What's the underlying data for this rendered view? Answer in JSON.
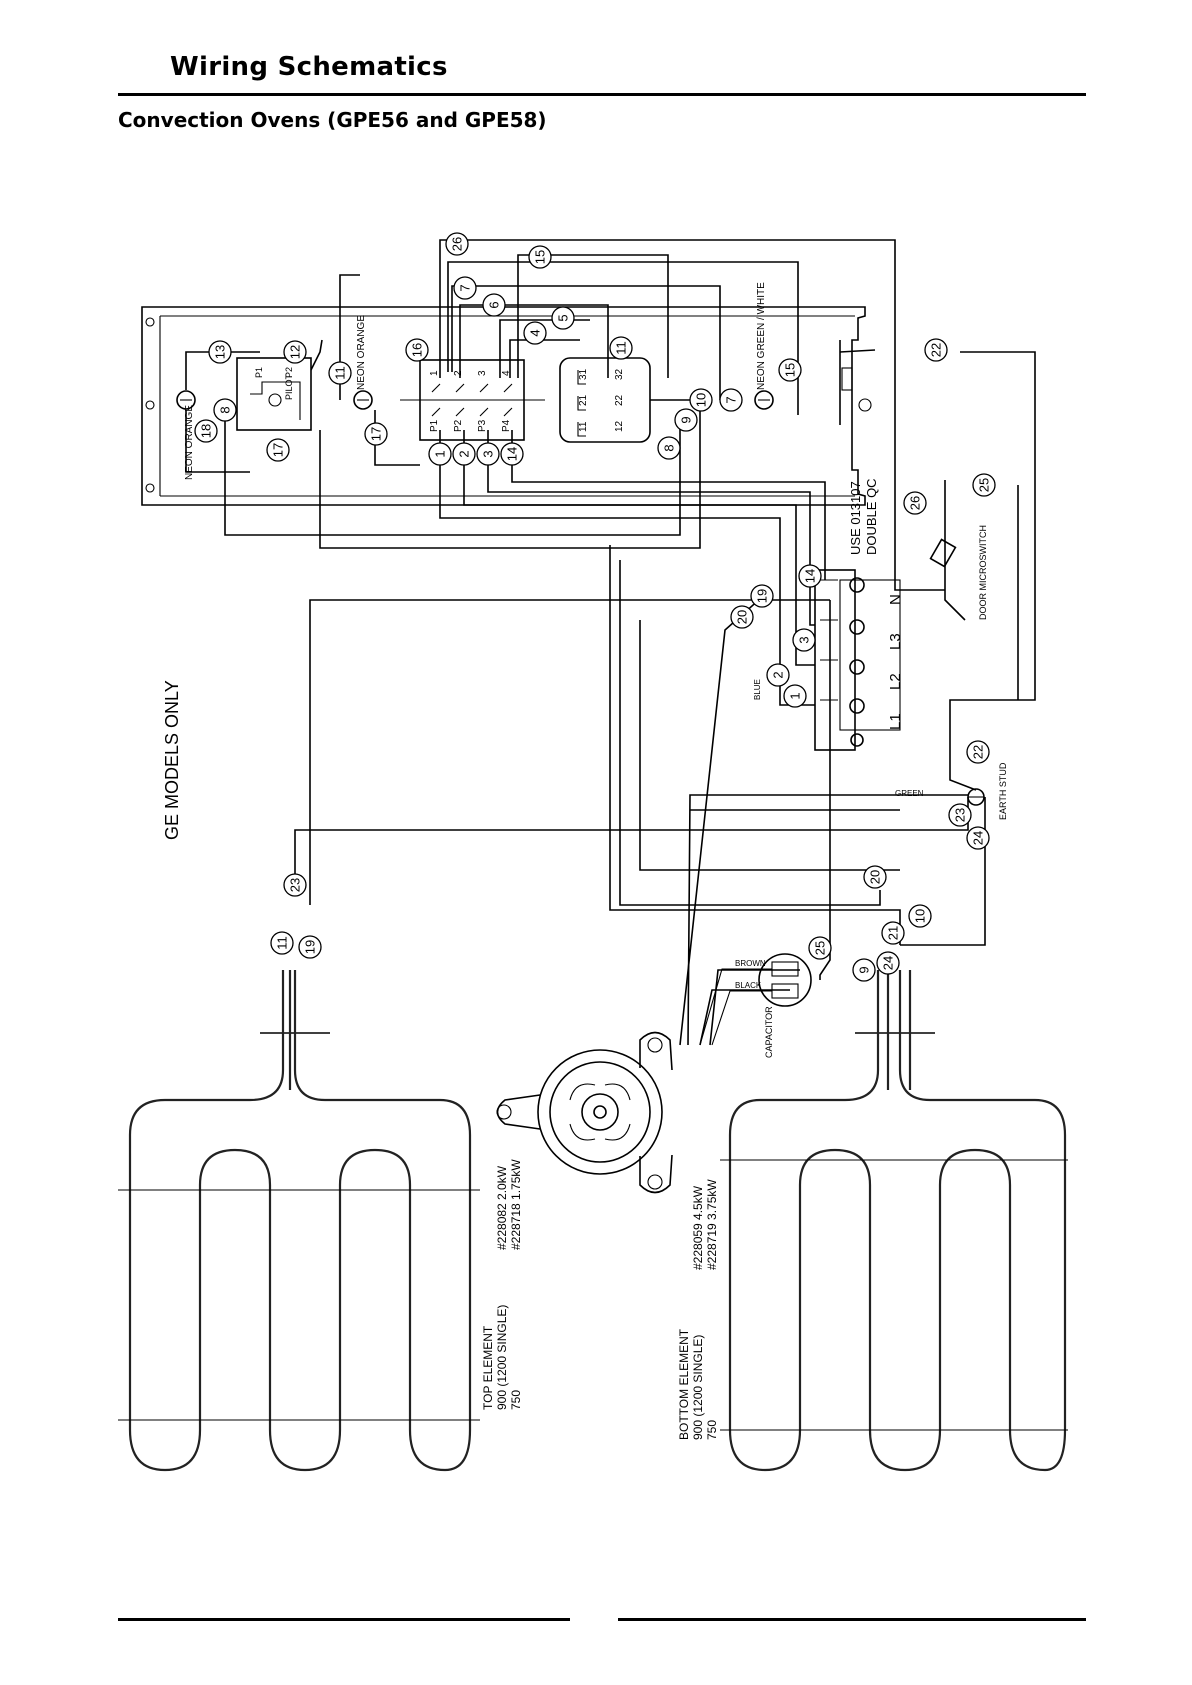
{
  "header": {
    "section_title": "Wiring Schematics",
    "subtitle": "Convection Ovens (GPE56 and GPE58)"
  },
  "diagram": {
    "ge_note": "GE MODELS ONLY",
    "labels": {
      "neon_orange_left": "NEON ORANGE",
      "neon_orange_mid": "NEON ORANGE",
      "neon_green_white": "NEON GREEN / WHITE",
      "pilot": "PILOT",
      "p1": "P1",
      "p2": "P2",
      "p1_sw": "P1",
      "p2_sw": "P2",
      "p3_sw": "P3",
      "p4_sw": "P4",
      "use_qc_1": "USE 013107",
      "use_qc_2": "DOUBLE QC",
      "door_microswitch": "DOOR MICROSWITCH",
      "earth_stud": "EARTH STUD",
      "green": "GREEN",
      "blue": "BLUE",
      "brown": "BROWN",
      "black": "BLACK",
      "capacitor": "CAPACITOR",
      "term_l1": "L1",
      "term_l2": "L2",
      "term_l3": "L3",
      "term_n": "N"
    },
    "relay_pins": [
      "31",
      "21",
      "11",
      "32",
      "22",
      "12"
    ],
    "switch_pins": [
      "1",
      "2",
      "3",
      "4"
    ],
    "top_element": {
      "line1": "TOP ELEMENT",
      "line2": "900 (1200 SINGLE)",
      "line3": "750",
      "part1": "#228082 2.0kW",
      "part2": "#228718 1.75kW"
    },
    "bottom_element": {
      "line1": "BOTTOM ELEMENT",
      "line2": "900 (1200 SINGLE)",
      "line3": "750",
      "part1": "#228059 4.5kW",
      "part2": "#228719 3.75kW"
    },
    "wire_numbers": [
      "26",
      "15",
      "7",
      "6",
      "5",
      "4",
      "13",
      "12",
      "11",
      "16",
      "11",
      "7",
      "15",
      "22",
      "8",
      "18",
      "17",
      "17",
      "1",
      "2",
      "3",
      "14",
      "8",
      "9",
      "10",
      "14",
      "19",
      "20",
      "3",
      "2",
      "1",
      "26",
      "25",
      "22",
      "23",
      "24",
      "20",
      "21",
      "10",
      "9",
      "24",
      "25",
      "23",
      "11",
      "19"
    ]
  }
}
